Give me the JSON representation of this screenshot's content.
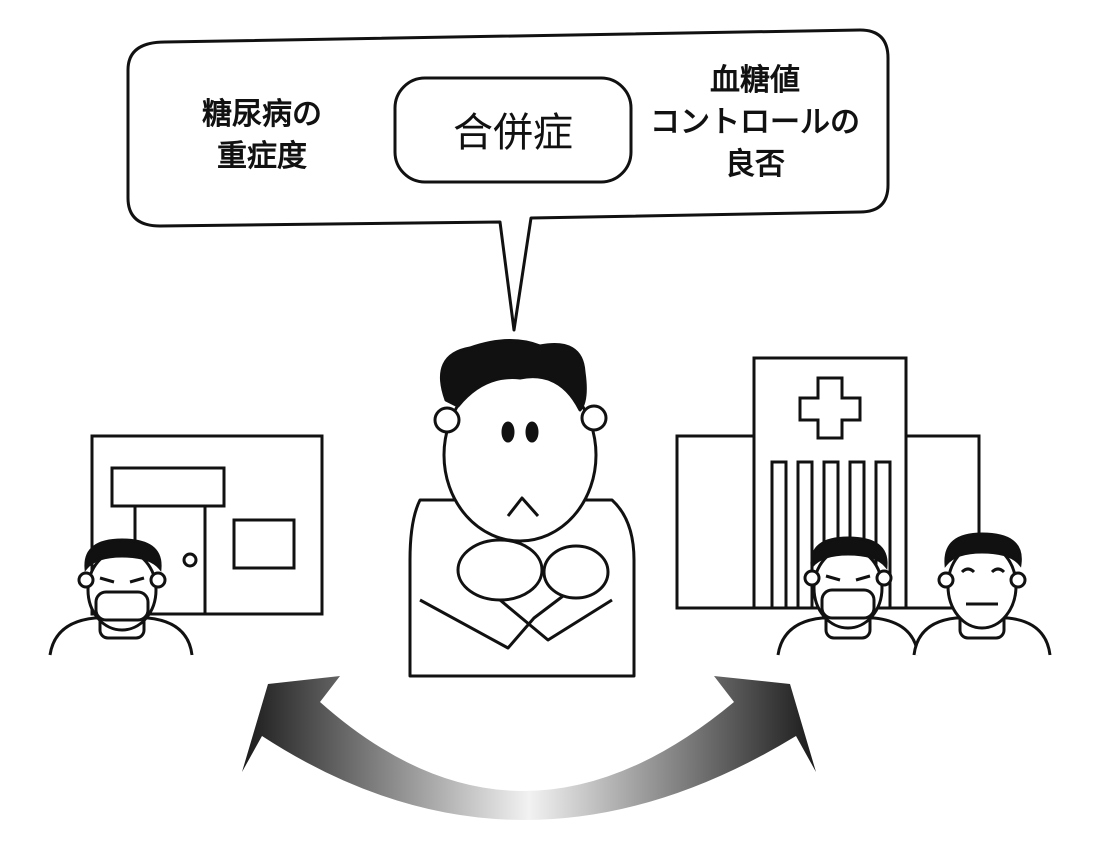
{
  "factors": {
    "left_lines": [
      "糖尿病の",
      "重症度"
    ],
    "center": "合併症",
    "right_lines": [
      "血糖値",
      "コントロールの",
      "良否"
    ]
  },
  "colors": {
    "ink": "#111111",
    "paper": "#ffffff",
    "arrow_dark": "#1a1a1a",
    "arrow_light": "#f2f2f2"
  },
  "icons": {
    "left_building": "clinic-building-icon",
    "right_building": "hospital-building-icon",
    "hospital_mark": "red-cross-icon"
  }
}
